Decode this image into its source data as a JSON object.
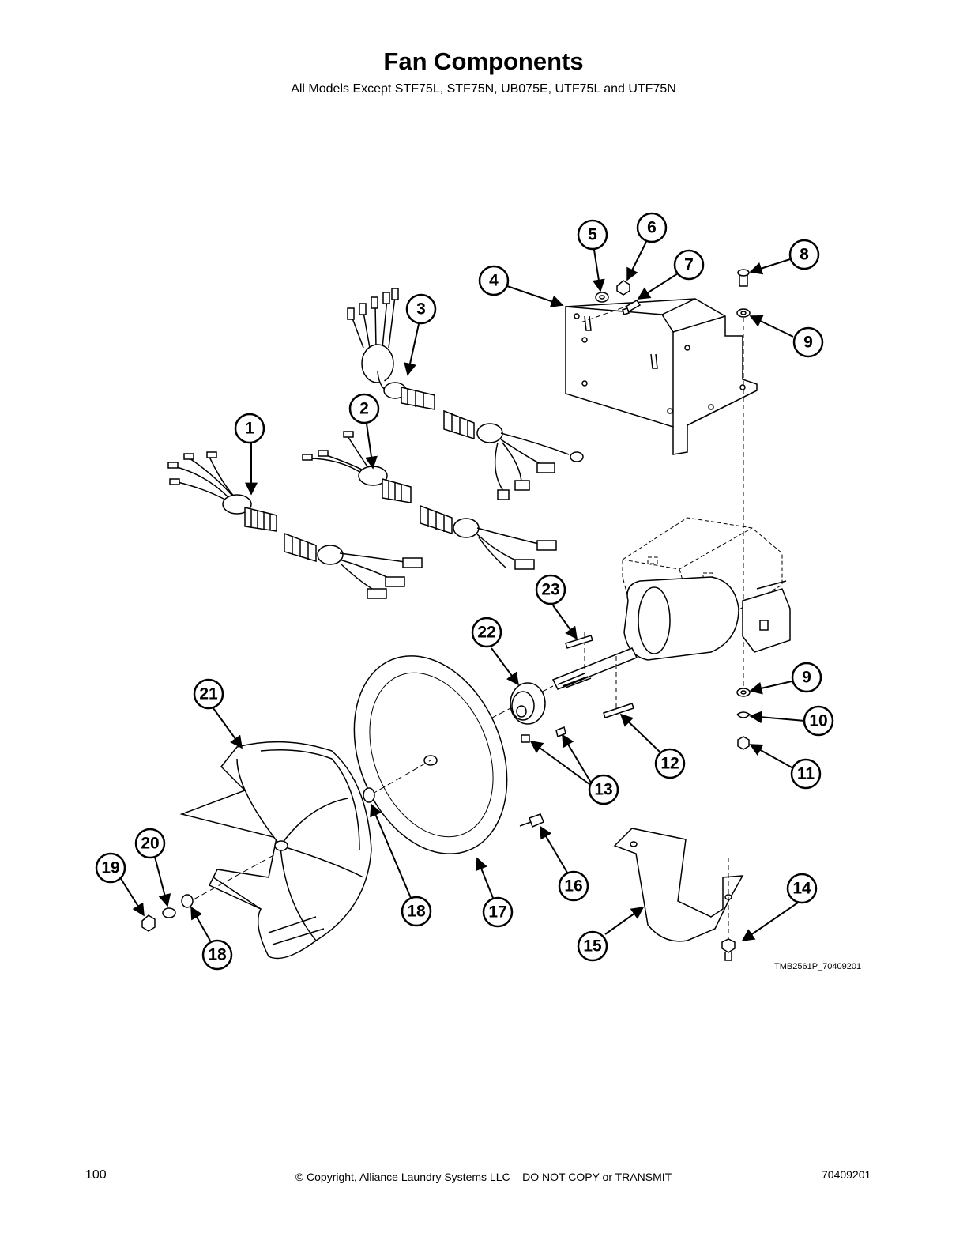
{
  "header": {
    "title": "Fan Components",
    "subtitle": "All Models Except STF75L, STF75N, UB075E, UTF75L and UTF75N"
  },
  "diagram": {
    "reference_code": "TMB2561P_70409201",
    "callouts": [
      "1",
      "2",
      "3",
      "4",
      "5",
      "6",
      "7",
      "8",
      "9",
      "9",
      "10",
      "11",
      "12",
      "13",
      "14",
      "15",
      "16",
      "17",
      "18",
      "18",
      "19",
      "20",
      "21",
      "22",
      "23"
    ]
  },
  "footer": {
    "page_number": "100",
    "copyright": "© Copyright, Alliance Laundry Systems LLC – DO NOT COPY or TRANSMIT",
    "doc_number": "70409201"
  }
}
